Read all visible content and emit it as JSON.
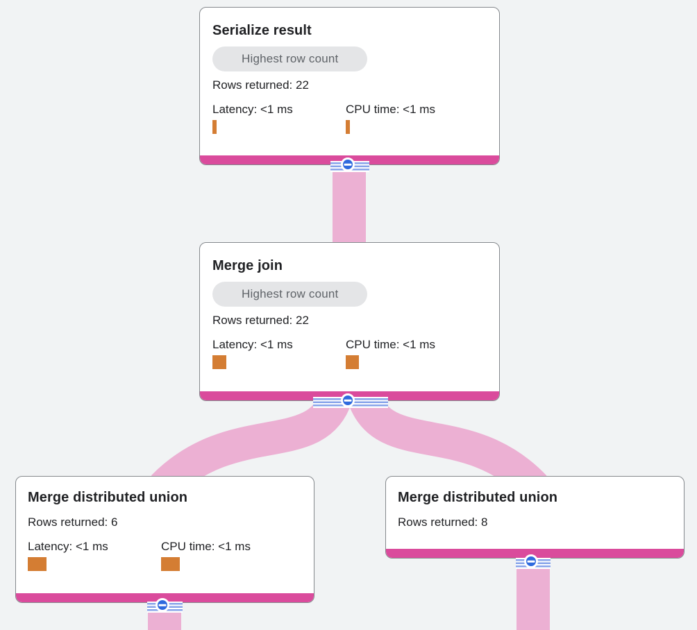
{
  "diagram": {
    "kind": "query-execution-plan-graph",
    "background": "#f1f3f4"
  },
  "colors": {
    "card_background": "#ffffff",
    "card_border": "#84888c",
    "card_bottom_bar_pink": "#da4b9c",
    "edge_ribbon_pink": "#ecb0d3",
    "collapse_button_blue": "#2f6ade",
    "stripe_line_blue": "#86a3e9",
    "metric_bar_orange": "#d47d33",
    "badge_background": "#e4e5e7",
    "badge_text": "#5f6368",
    "text": "#202124"
  },
  "nodes": [
    {
      "id": "serialize-result",
      "title": "Serialize result",
      "badge": "Highest row count",
      "rows_returned": "Rows returned: 22",
      "latency": {
        "label": "Latency: <1 ms",
        "bar_style": "width:6px"
      },
      "cpu": {
        "label": "CPU time: <1 ms",
        "bar_style": "width:6px"
      }
    },
    {
      "id": "merge-join",
      "title": "Merge join",
      "badge": "Highest row count",
      "rows_returned": "Rows returned: 22",
      "latency": {
        "label": "Latency: <1 ms",
        "bar_style": "width:20px"
      },
      "cpu": {
        "label": "CPU time: <1 ms",
        "bar_style": "width:19px"
      }
    },
    {
      "id": "merge-distributed-union-left",
      "title": "Merge distributed union",
      "rows_returned": "Rows returned: 6",
      "latency": {
        "label": "Latency: <1 ms",
        "bar_style": "width:27px"
      },
      "cpu": {
        "label": "CPU time: <1 ms",
        "bar_style": "width:27px"
      }
    },
    {
      "id": "merge-distributed-union-right",
      "title": "Merge distributed union",
      "rows_returned": "Rows returned: 8"
    }
  ],
  "edges": [
    {
      "source": "merge-join",
      "target": "serialize-result"
    },
    {
      "source": "merge-distributed-union-left",
      "target": "merge-join"
    },
    {
      "source": "merge-distributed-union-right",
      "target": "merge-join"
    },
    {
      "source": "offscreen-child-left",
      "target": "merge-distributed-union-left"
    },
    {
      "source": "offscreen-child-right",
      "target": "merge-distributed-union-right"
    }
  ],
  "icons": {
    "collapse": "minus-icon"
  }
}
